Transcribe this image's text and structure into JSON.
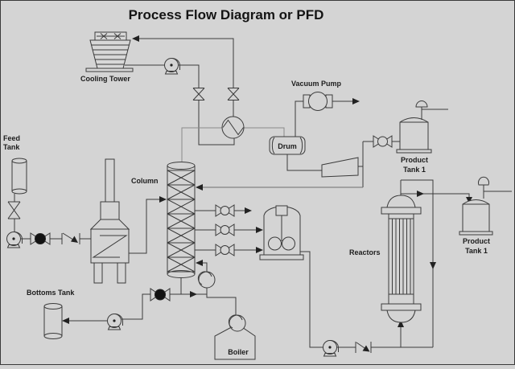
{
  "title": "Process Flow Diagram or PFD",
  "labels": {
    "cooling_tower": "Cooling Tower",
    "feed_tank_line1": "Feed",
    "feed_tank_line2": "Tank",
    "vacuum_pump": "Vacuum Pump",
    "drum": "Drum",
    "column": "Column",
    "product_tank_top_line1": "Product",
    "product_tank_top_line2": "Tank 1",
    "bottoms_tank": "Bottoms Tank",
    "reactors": "Reactors",
    "product_tank_right_line1": "Product",
    "product_tank_right_line2": "Tank 1",
    "boiler": "Boiler"
  },
  "colors": {
    "background": "#d4d4d4",
    "line": "#3b3b3b",
    "line_light": "#8a8a8a",
    "text": "#1c1c1c",
    "valve_fill": "#121212"
  }
}
